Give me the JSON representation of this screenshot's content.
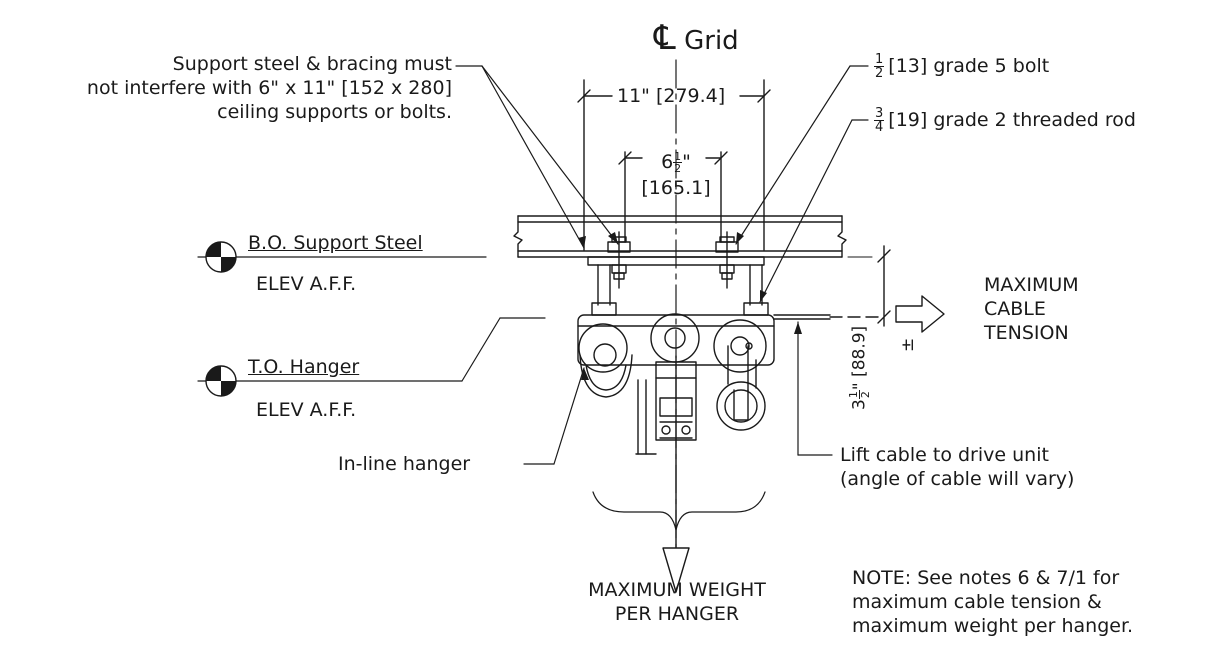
{
  "centerline": {
    "symbol": "℄",
    "label": "Grid"
  },
  "callouts": {
    "support_steel": [
      "Support steel & bracing must",
      "not interfere with 6\" x 11\" [152 x 280]",
      "ceiling supports or bolts."
    ],
    "bolt": {
      "num": "1",
      "den": "2",
      "text": "[13] grade 5 bolt"
    },
    "rod": {
      "num": "3",
      "den": "4",
      "text": "[19] grade 2 threaded rod"
    },
    "inline_hanger": "In-line hanger",
    "lift_cable": [
      "Lift cable to drive unit",
      "(angle of cable will vary)"
    ]
  },
  "dimensions": {
    "width": "11\" [279.4]",
    "bolt_spacing": {
      "whole": "6",
      "num": "1",
      "den": "2",
      "unit": "\"",
      "metric": "[165.1]"
    },
    "drop": {
      "whole": "3",
      "num": "1",
      "den": "2",
      "unit": "\"",
      "metric": "[88.9]",
      "tol": "±"
    }
  },
  "elevations": [
    {
      "name": "B.O. Support Steel",
      "value": "ELEV A.F.F."
    },
    {
      "name": "T.O. Hanger",
      "value": "ELEV A.F.F."
    }
  ],
  "arrows": {
    "tension": [
      "MAXIMUM",
      "CABLE",
      "TENSION"
    ],
    "weight": [
      "MAXIMUM WEIGHT",
      "PER HANGER"
    ]
  },
  "note": [
    "NOTE: See notes 6 & 7/1 for",
    "maximum cable tension &",
    "maximum weight per hanger."
  ]
}
